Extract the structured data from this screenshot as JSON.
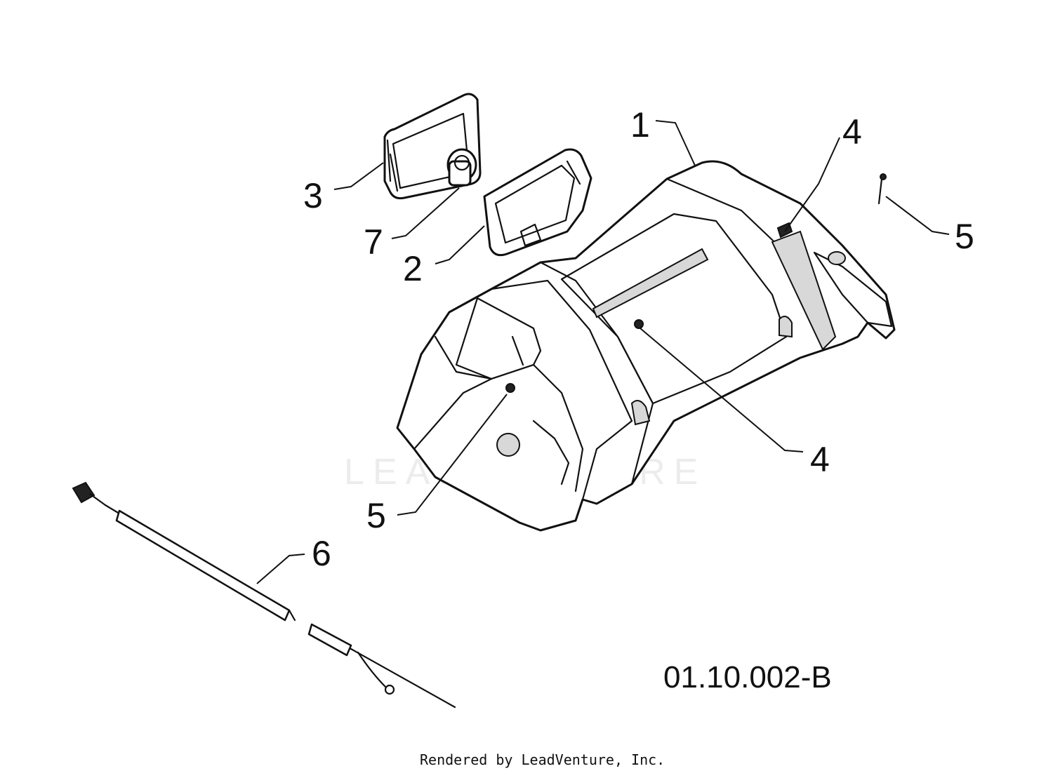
{
  "diagram": {
    "watermark": "LEADVENTURE",
    "callouts": {
      "c1": "1",
      "c2": "2",
      "c3": "3",
      "c4a": "4",
      "c4b": "4",
      "c5a": "5",
      "c5b": "5",
      "c6": "6",
      "c7": "7"
    },
    "drawing_code": "01.10.002-B",
    "credit": "Rendered by LeadVenture, Inc."
  }
}
